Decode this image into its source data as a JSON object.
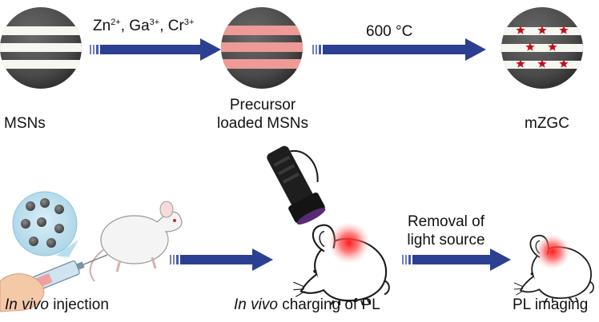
{
  "labels": {
    "msns": "MSNs",
    "precursor_line1": "Precursor",
    "precursor_line2": "loaded MSNs",
    "mzgc": "mZGC",
    "ions": {
      "zn": "Zn",
      "zn_charge": "2+",
      "sep1": ", ",
      "ga": "Ga",
      "ga_charge": "3+",
      "sep2": ", ",
      "cr": "Cr",
      "cr_charge": "3+"
    },
    "temperature": "600 °C",
    "injection_italic": "In vivo",
    "injection_rest": " injection",
    "charging_italic": "In vivo",
    "charging_rest": " charging of PL",
    "removal_line1": "Removal of",
    "removal_line2": "light source",
    "pl_imaging": "PL imaging"
  },
  "colors": {
    "particle_fill": "#4f4f4f",
    "particle_edge": "#2e2e2e",
    "channel_empty": "#f7f7f2",
    "channel_loaded": "#ee9a96",
    "dopant_red": "#cc1f24",
    "arrow_blue": "#2b3f93",
    "arrow_blue_light": "#6f80c2",
    "glow_red": "#ff2a2a"
  }
}
